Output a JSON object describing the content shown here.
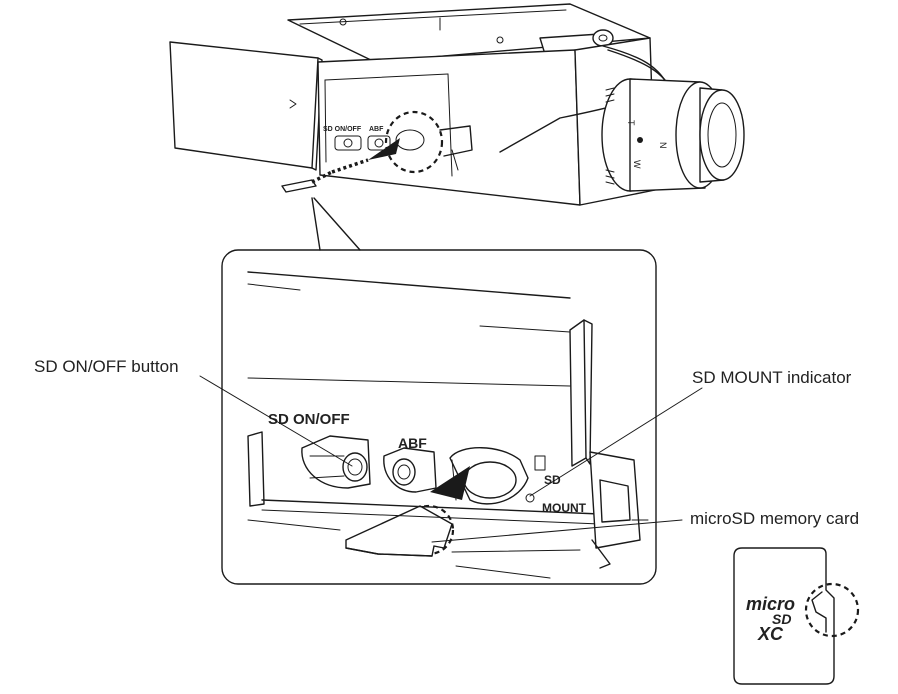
{
  "labels": {
    "sd_onoff_button": "SD ON/OFF button",
    "sd_mount_indicator": "SD MOUNT indicator",
    "microsd_card": "microSD memory card"
  },
  "panel_text": {
    "sd_onoff": "SD ON/OFF",
    "abf": "ABF",
    "sd_mount_top": "SD",
    "sd_mount_bottom": "MOUNT"
  },
  "camera_text": {
    "sd_onoff": "SD ON/OFF",
    "abf": "ABF",
    "lens_t": "T",
    "lens_w": "W",
    "lens_n": "N"
  },
  "logo": {
    "line1": "micro",
    "line2": "SD",
    "line3": "XC"
  }
}
